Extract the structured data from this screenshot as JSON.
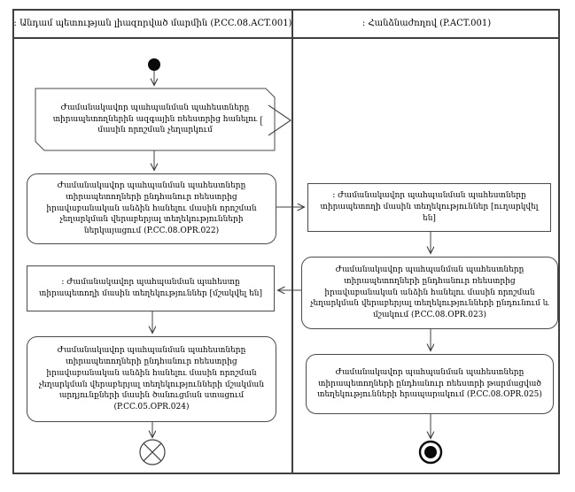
{
  "lanes": [
    {
      "title": ": Անդամ պետության լիազորված մարմին  (P.CC.08.ACT.001)"
    },
    {
      "title": ": Հանձնաժողով (P.ACT.001)"
    }
  ],
  "connector_label": "[",
  "nodes": {
    "left_action_1": {
      "text": "Ժամանակավոր պահպանման պահեստները տիրապետողներին ազգային ռեեստրից հանելու մասին որոշման չեղարկում"
    },
    "left_action_2": {
      "text": "Ժամանակավոր պահպանման պահեստները տիրապետողների ընդհանուր ռեեստրից իրավաբանական անձին հանելու մասին որոշման չեղարկման վերաբերյալ տեղեկությունների ներկայացում (P.CC.08.OPR.022)"
    },
    "left_object_1": {
      "text": ": Ժամանակավոր պահպանման պահեստը տիրապետողի մասին տեղեկություններ [մշակվել են]"
    },
    "left_action_3": {
      "text": "Ժամանակավոր պահպանման պահեստները տիրապետողների ընդհանուր ռեեստրից իրավաբանական անձին հանելու մասին որոշման չեղարկման վերաբերյալ տեղեկությունների մշակման  արդյունքների մասին ծանուցման ստացում (P.CC.05.OPR.024)"
    },
    "right_object_1": {
      "text": ": Ժամանակավոր պահպանման պահեստները տիրապետողի մասին տեղեկություններ [ուղարկվել են]"
    },
    "right_action_1": {
      "text": "Ժամանակավոր պահպանման պահեստները տիրապետողների ընդհանուր ռեեստրից իրավաբանական անձին հանելու մասին որոշման չեղարկման վերաբերյալ տեղեկությունների ընդունում և մշակում (P.CC.08.OPR.023)"
    },
    "right_action_2": {
      "text": "Ժամանակավոր պահպանման պահեստները տիրապետողների ընդհանուր ռեեստրի թարմացված տեղեկությունների հրապարակում (P.CC.08.OPR.025)"
    }
  },
  "colors": {
    "frame_border": "#3f3f3f",
    "node_border": "#4a4a4a",
    "text": "#000000",
    "background": "#ffffff"
  }
}
